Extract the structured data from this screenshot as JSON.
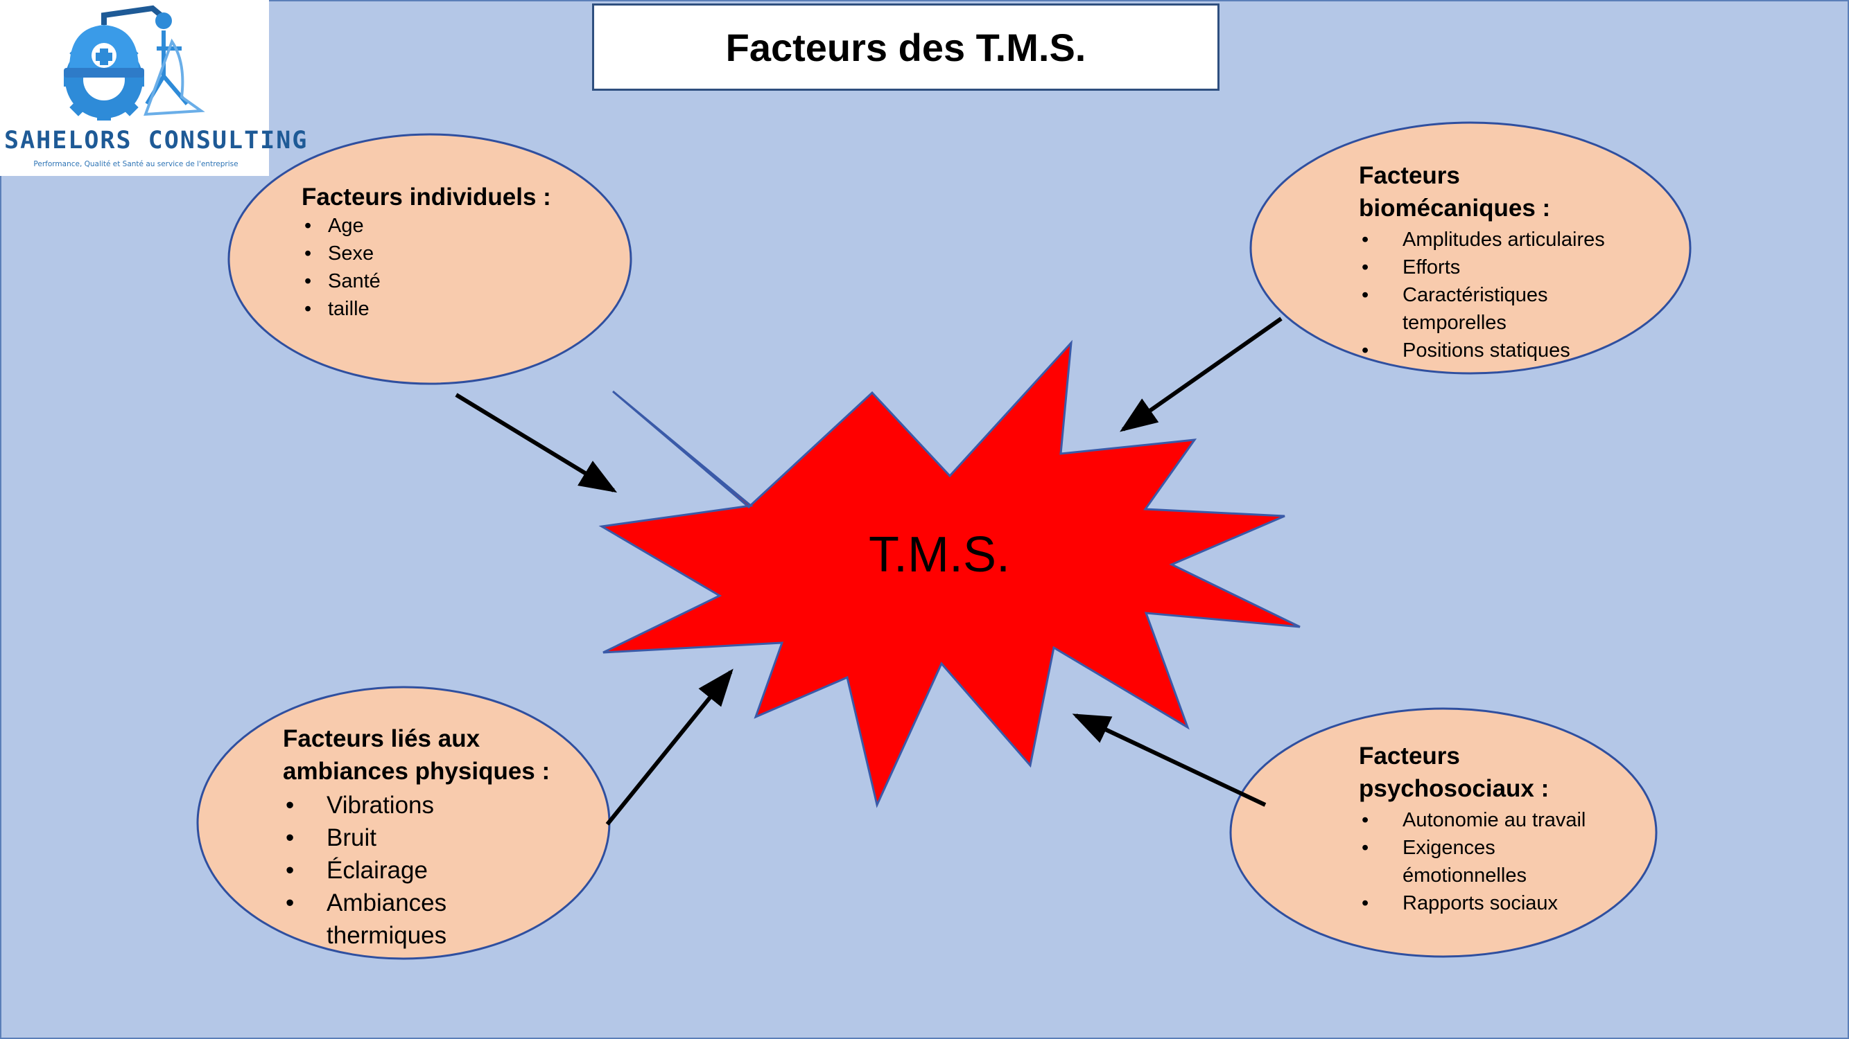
{
  "title": "Facteurs des T.M.S.",
  "logo": {
    "name": "SAHELORS CONSULTING",
    "tagline": "Performance, Qualité et Santé au service de l'entreprise"
  },
  "center": {
    "label": "T.M.S."
  },
  "factors": {
    "individual": {
      "heading": "Facteurs individuels :",
      "items": [
        "Age",
        "Sexe",
        "Santé",
        "taille"
      ]
    },
    "biomechanical": {
      "heading_lines": [
        "Facteurs",
        "biomécaniques :"
      ],
      "items": [
        "Amplitudes articulaires",
        "Efforts",
        "Caractéristiques temporelles",
        "Positions statiques"
      ]
    },
    "physical": {
      "heading_lines": [
        "Facteurs liés aux",
        "ambiances physiques :"
      ],
      "items": [
        "Vibrations",
        "Bruit",
        "Éclairage",
        "Ambiances thermiques"
      ]
    },
    "psychosocial": {
      "heading_lines": [
        "Facteurs",
        "psychosociaux :"
      ],
      "items": [
        "Autonomie au travail",
        "Exigences émotionnelles",
        "Rapports sociaux"
      ]
    }
  },
  "colors": {
    "background": "#b4c7e7",
    "ellipse_fill": "#f8cbad",
    "ellipse_stroke": "#2f4f9f",
    "burst_fill": "#ff0000",
    "burst_stroke": "#3a5aa8",
    "arrow": "#000000",
    "logo_blue": "#2e8bd8"
  }
}
